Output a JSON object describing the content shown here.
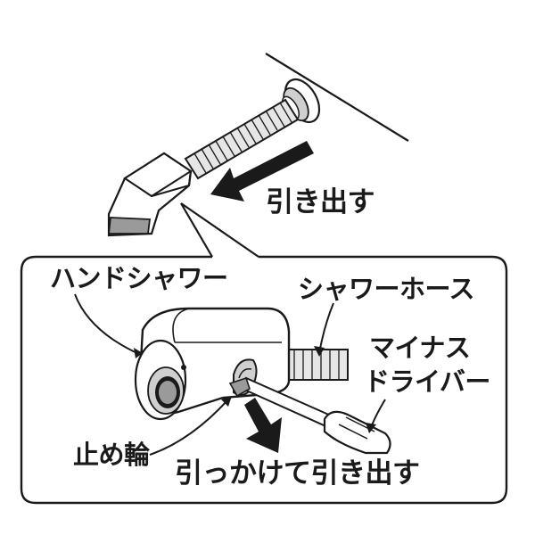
{
  "labels": {
    "pull_out": "引き出す",
    "hand_shower": "ハンドシャワー",
    "shower_hose": "シャワーホース",
    "minus_line1": "マイナス",
    "minus_line2": "ドライバー",
    "stop_ring": "止め輪",
    "hook_and_pull": "引っかけて引き出す"
  },
  "colors": {
    "stroke": "#1a1a1a",
    "fill": "#ffffff",
    "shade": "#9a9a9a",
    "light_shade": "#cfcfcf"
  }
}
